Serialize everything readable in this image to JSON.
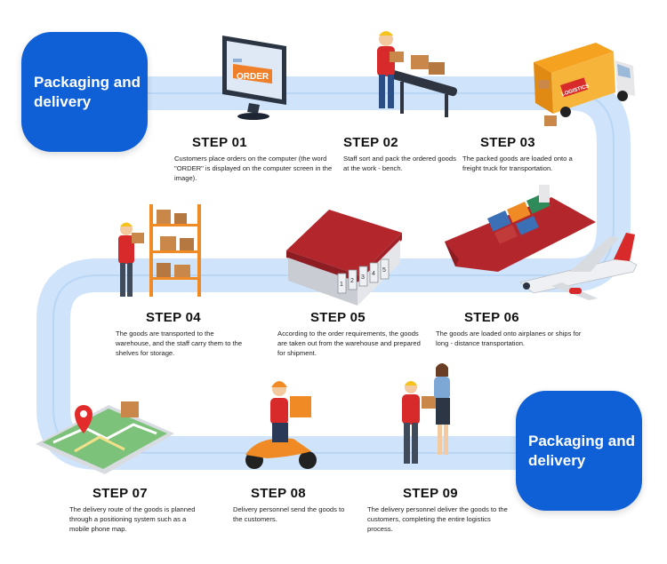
{
  "header": {
    "badge_text": "Packaging and\ndelivery"
  },
  "footer": {
    "badge_text": "Packaging and\ndelivery"
  },
  "colors": {
    "path": "#cfe4fb",
    "path_edge": "#b9d6f5",
    "badge": "#0f5fd6",
    "red": "#d82a2a",
    "orange": "#f08a24"
  },
  "screen": {
    "order_text": "ORDER"
  },
  "truck": {
    "logo_text": "LOGISTICS"
  },
  "warehouse": {
    "doors": [
      "1",
      "2",
      "3",
      "4",
      "5"
    ]
  },
  "steps": [
    {
      "title": "STEP 01",
      "desc": "Customers place orders on the computer (the word \"ORDER\" is displayed on the computer screen in the image)."
    },
    {
      "title": "STEP 02",
      "desc": "Staff sort and pack the ordered goods at the work - bench."
    },
    {
      "title": "STEP 03",
      "desc": "The packed goods are loaded onto a freight truck for transportation."
    },
    {
      "title": "STEP 04",
      "desc": "The goods are transported to the warehouse, and the staff carry them to the shelves for storage."
    },
    {
      "title": "STEP 05",
      "desc": "According to the order requirements, the goods are taken out from the warehouse and prepared for shipment."
    },
    {
      "title": "STEP 06",
      "desc": "The goods are loaded onto airplanes or ships for long - distance transportation."
    },
    {
      "title": "STEP 07",
      "desc": "The delivery route of the goods is planned through a positioning system such as a mobile phone map."
    },
    {
      "title": "STEP 08",
      "desc": "Delivery personnel send the goods to the customers."
    },
    {
      "title": "STEP 09",
      "desc": "The delivery personnel deliver the goods to the customers, completing the entire logistics process."
    }
  ]
}
